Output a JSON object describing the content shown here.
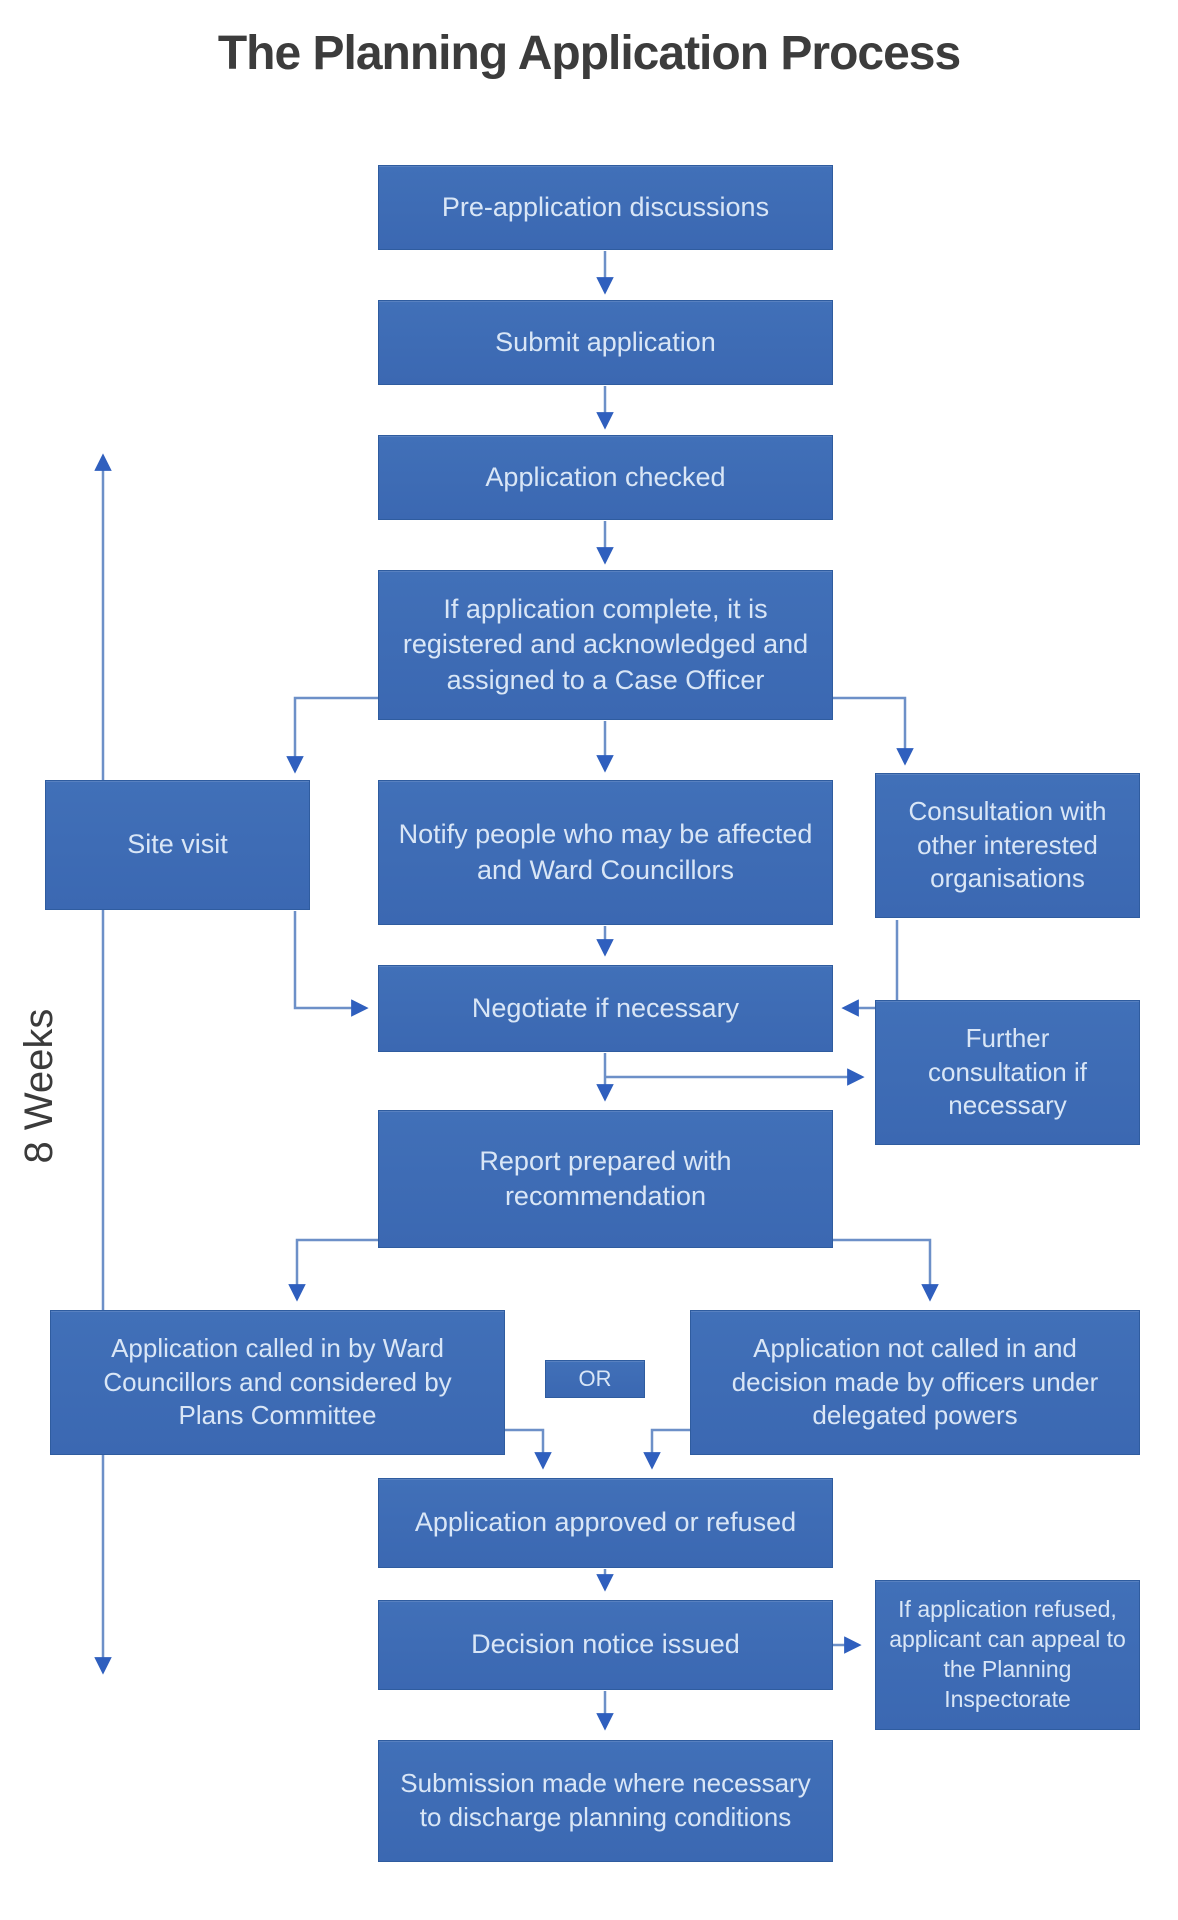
{
  "title": "The Planning Application Process",
  "timeline": {
    "label": "8 Weeks"
  },
  "colors": {
    "box_fill": "#3e6cb5",
    "box_text": "#d9e6f6",
    "connector_line": "#6d90c8",
    "arrowhead": "#2f5fbe",
    "title_text": "#3c3c3c"
  },
  "nodes": {
    "pre_application": "Pre-application discussions",
    "submit": "Submit application",
    "checked": "Application checked",
    "registered": "If application complete, it is registered and acknowledged and assigned to a Case Officer",
    "site_visit": "Site visit",
    "notify": "Notify people who may be affected and Ward Councillors",
    "consultation": "Consultation with other interested organisations",
    "negotiate": "Negotiate if necessary",
    "further_consultation": "Further consultation if necessary",
    "report": "Report prepared with recommendation",
    "called_in": "Application called in by Ward Councillors and considered by Plans Committee",
    "or_label": "OR",
    "not_called_in": "Application not called in and decision made by officers under delegated powers",
    "approved": "Application approved or refused",
    "decision_notice": "Decision notice issued",
    "appeal": "If application refused, applicant can appeal to the Planning Inspectorate",
    "submission": "Submission made where necessary to discharge planning conditions"
  }
}
